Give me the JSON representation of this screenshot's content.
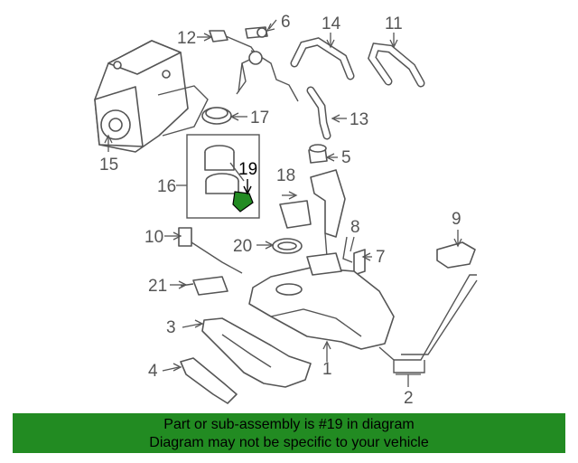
{
  "callouts": {
    "c1": "1",
    "c2": "2",
    "c3": "3",
    "c4": "4",
    "c5": "5",
    "c6": "6",
    "c7": "7",
    "c8": "8",
    "c9": "9",
    "c10": "10",
    "c11": "11",
    "c12": "12",
    "c13": "13",
    "c14": "14",
    "c15": "15",
    "c16": "16",
    "c17": "17",
    "c18": "18",
    "c19": "19",
    "c20": "20",
    "c21": "21"
  },
  "highlight": {
    "part": "19",
    "color": "#228B22"
  },
  "banner": {
    "line1": "Part or sub-assembly is #19 in diagram",
    "line2": "Diagram may not be specific to your vehicle",
    "background": "#228B22"
  }
}
